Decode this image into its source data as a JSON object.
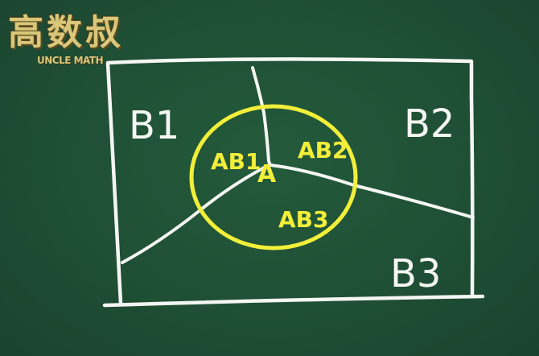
{
  "logo": {
    "title": "高数叔",
    "subtitle": "UNCLE MATH"
  },
  "colors": {
    "board": "#1f4f35",
    "chalk_white": "#f4f6f2",
    "chalk_yellow": "#f2ef3a",
    "logo_gold": "#d9c77a"
  },
  "regions": {
    "b1": "B1",
    "b2": "B2",
    "b3": "B3"
  },
  "circle": {
    "center_label": "A",
    "ab1": "AB1",
    "ab2": "AB2",
    "ab3": "AB3"
  }
}
